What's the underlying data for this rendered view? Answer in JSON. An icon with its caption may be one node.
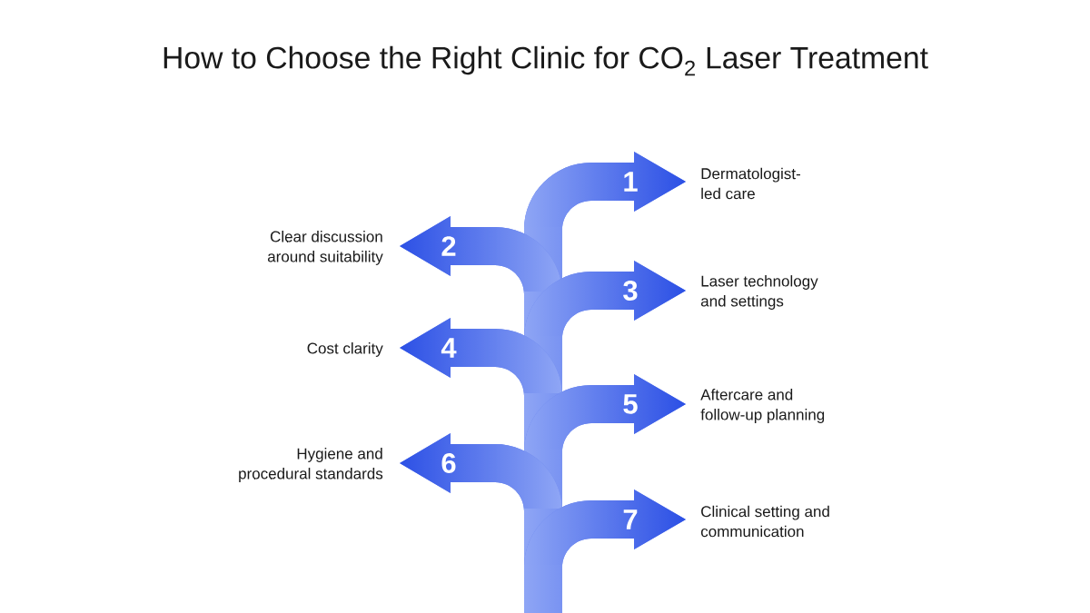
{
  "diagram": {
    "title": "How to Choose the Right Clinic for CO$_{2}$ Laser Treatment",
    "nodes": [
      {
        "text": [
          "1"
        ],
        "beside": [
          "Dermatologist- led care"
        ]
      },
      {
        "text": [
          "2"
        ],
        "beside": [
          "Clear discussion around suitability"
        ]
      },
      {
        "text": [
          "3"
        ],
        "beside": [
          "Laser technology and settings"
        ]
      },
      {
        "text": [
          "4"
        ],
        "beside": [
          "Cost clarity"
        ]
      },
      {
        "text": [
          "5"
        ],
        "beside": [
          "Aftercare and follow-up planning"
        ]
      },
      {
        "text": [
          "6"
        ],
        "beside": [
          "Hygiene and procedural standards"
        ]
      },
      {
        "text": [
          "7"
        ],
        "beside": [
          "Clinical setting and communication"
        ]
      }
    ]
  }
}
